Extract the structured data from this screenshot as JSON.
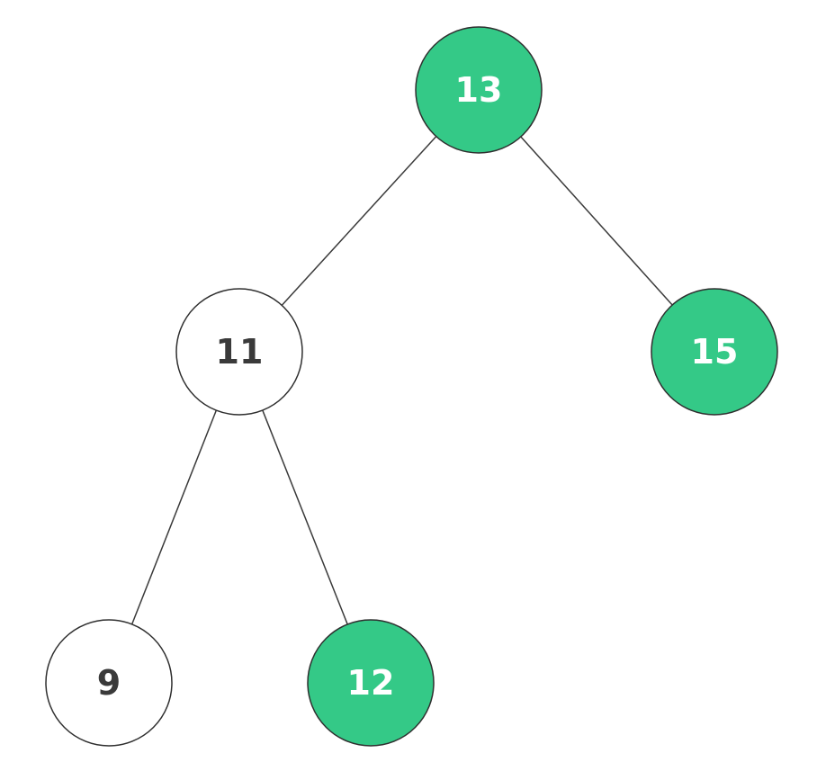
{
  "colors": {
    "highlight_fill": "#34c987",
    "plain_fill": "#ffffff",
    "highlight_text": "#ffffff",
    "plain_text": "#3a3a3a"
  },
  "nodes": [
    {
      "id": "n13",
      "label": "13",
      "highlighted": true
    },
    {
      "id": "n11",
      "label": "11",
      "highlighted": false
    },
    {
      "id": "n15",
      "label": "15",
      "highlighted": true
    },
    {
      "id": "n9",
      "label": "9",
      "highlighted": false
    },
    {
      "id": "n12",
      "label": "12",
      "highlighted": true
    }
  ],
  "edges": [
    {
      "from": "n13",
      "to": "n11"
    },
    {
      "from": "n13",
      "to": "n15"
    },
    {
      "from": "n11",
      "to": "n9"
    },
    {
      "from": "n11",
      "to": "n12"
    }
  ]
}
